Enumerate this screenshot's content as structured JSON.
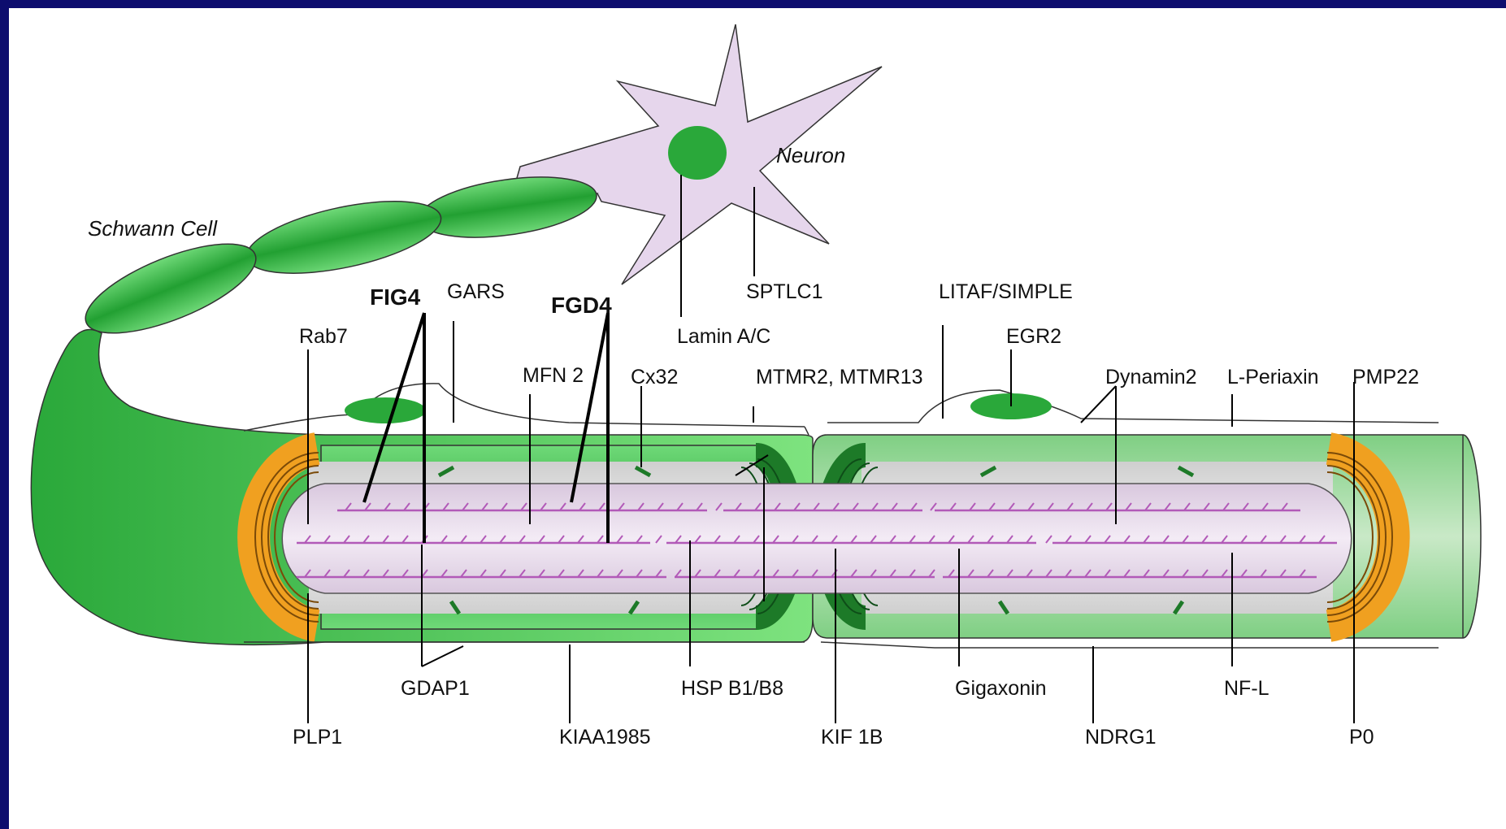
{
  "cells": {
    "schwann": "Schwann Cell",
    "neuron": "Neuron"
  },
  "labels": {
    "fig4": "FIG4",
    "gars": "GARS",
    "fgd4": "FGD4",
    "sptlc1": "SPTLC1",
    "lamin": "Lamin A/C",
    "litaf": "LITAF/SIMPLE",
    "egr2": "EGR2",
    "rab7": "Rab7",
    "mfn2": "MFN 2",
    "cx32": "Cx32",
    "mtmr": "MTMR2, MTMR13",
    "dynamin2": "Dynamin2",
    "periaxin": "L-Periaxin",
    "pmp22": "PMP22",
    "gdap1": "GDAP1",
    "hsp": "HSP B1/B8",
    "gigaxonin": "Gigaxonin",
    "nfl": "NF-L",
    "plp1": "PLP1",
    "kiaa": "KIAA1985",
    "kif1b": "KIF 1B",
    "ndrg1": "NDRG1",
    "p0": "P0"
  },
  "colors": {
    "background": "#0d0d6e",
    "schwann_green": "#2fae3c",
    "myelin_orange": "#f0a020",
    "neuron_lilac": "#e6d6ec",
    "neurofilament": "#b25ab8"
  }
}
